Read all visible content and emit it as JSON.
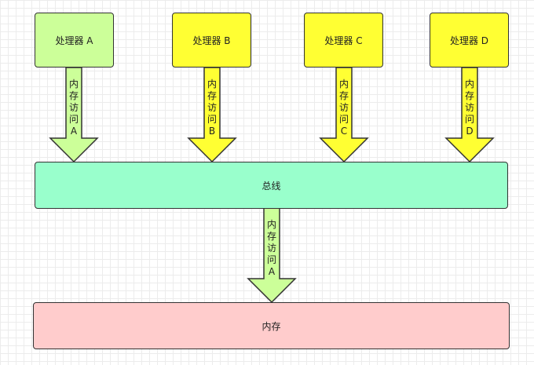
{
  "processors": [
    {
      "label": "处理器 A",
      "color": "#ccff99"
    },
    {
      "label": "处理器 B",
      "color": "#ffff33"
    },
    {
      "label": "处理器 C",
      "color": "#ffff33"
    },
    {
      "label": "处理器 D",
      "color": "#ffff33"
    }
  ],
  "bus": {
    "label": "总线",
    "color": "#99ffcc"
  },
  "memory": {
    "label": "内存",
    "color": "#ffcccc"
  },
  "arrows": {
    "a": {
      "label": "内存访问A",
      "color": "#ccff99"
    },
    "b": {
      "label": "内存访问B",
      "color": "#ffff33"
    },
    "c": {
      "label": "内存访问C",
      "color": "#ffff33"
    },
    "d": {
      "label": "内存访问D",
      "color": "#ffff33"
    },
    "bus_to_memory": {
      "label": "内存访问A",
      "color": "#ccff99"
    }
  },
  "stroke_color": "#333333"
}
